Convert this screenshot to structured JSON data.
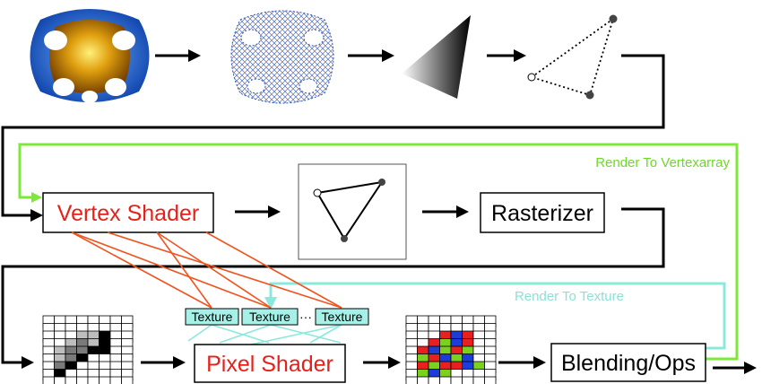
{
  "stages": {
    "vertex_shader": "Vertex Shader",
    "rasterizer": "Rasterizer",
    "pixel_shader": "Pixel Shader",
    "blending": "Blending/Ops"
  },
  "textures": {
    "t1": "Texture",
    "t2": "Texture",
    "ellipsis": "···",
    "t3": "Texture"
  },
  "flows": {
    "render_to_vertexarray": "Render To Vertexarray",
    "render_to_texture": "Render To Texture"
  },
  "colors": {
    "shader_text": "#e8201a",
    "shader_links": "#f0541e",
    "vertexarray_loop": "#7ee83a",
    "texture_loop": "#8de8dc",
    "texture_fill": "#a6f0e8"
  }
}
